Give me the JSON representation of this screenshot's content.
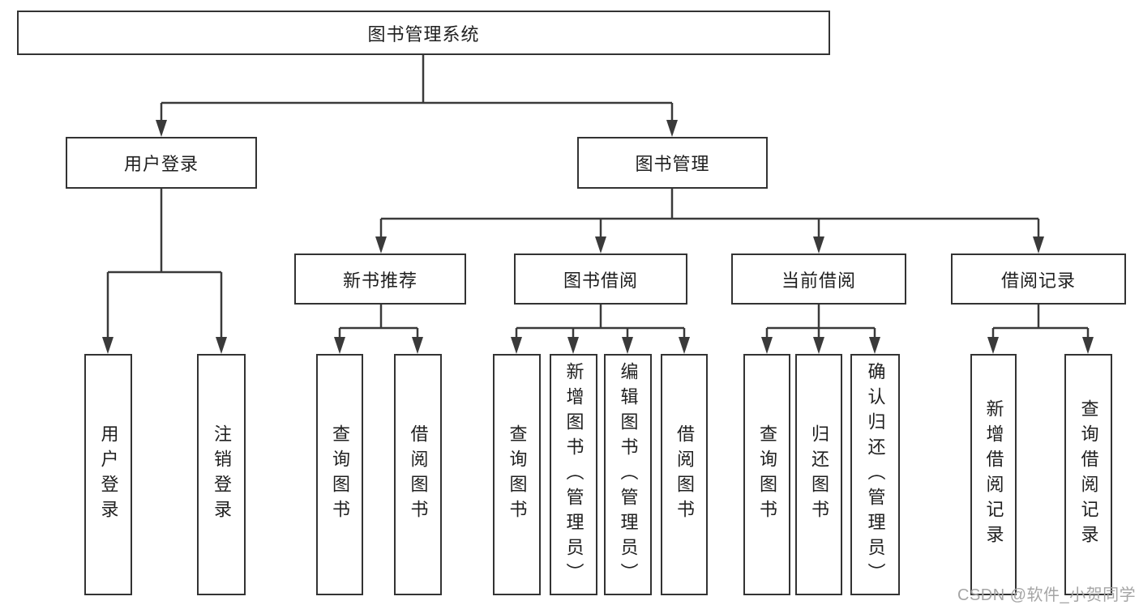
{
  "tree": {
    "root": "图书管理系统",
    "children": [
      {
        "label": "用户登录",
        "children": [
          "用户登录",
          "注销登录"
        ]
      },
      {
        "label": "图书管理",
        "children": [
          {
            "label": "新书推荐",
            "children": [
              "查询图书",
              "借阅图书"
            ]
          },
          {
            "label": "图书借阅",
            "children": [
              "查询图书",
              "新增图书（管理员）",
              "编辑图书（管理员）",
              "借阅图书"
            ]
          },
          {
            "label": "当前借阅",
            "children": [
              "查询图书",
              "归还图书",
              "确认归还（管理员）"
            ]
          },
          {
            "label": "借阅记录",
            "children": [
              "新增借阅记录",
              "查询借阅记录"
            ]
          }
        ]
      }
    ]
  },
  "watermark": "CSDN @软件_小贺同学",
  "colors": {
    "line": "#3a3a3a",
    "box_border": "#333333",
    "text": "#1f1f1f",
    "watermark": "#a5a5a5",
    "background": "#ffffff"
  }
}
